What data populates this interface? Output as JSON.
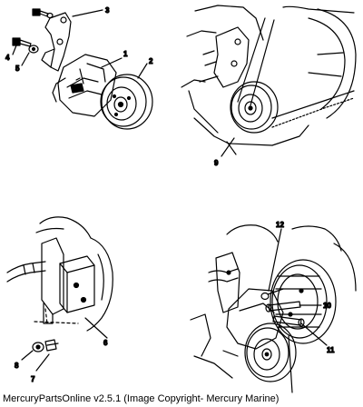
{
  "callouts": {
    "c1": "1",
    "c2": "2",
    "c3": "3",
    "c4": "4",
    "c5": "5",
    "c6": "6",
    "c7": "7",
    "c8": "8",
    "c9": "9",
    "c10": "10",
    "c11": "11",
    "c12": "12"
  },
  "caption": "MercuryPartsOnline v2.5.1 (Image Copyright- Mercury Marine)"
}
